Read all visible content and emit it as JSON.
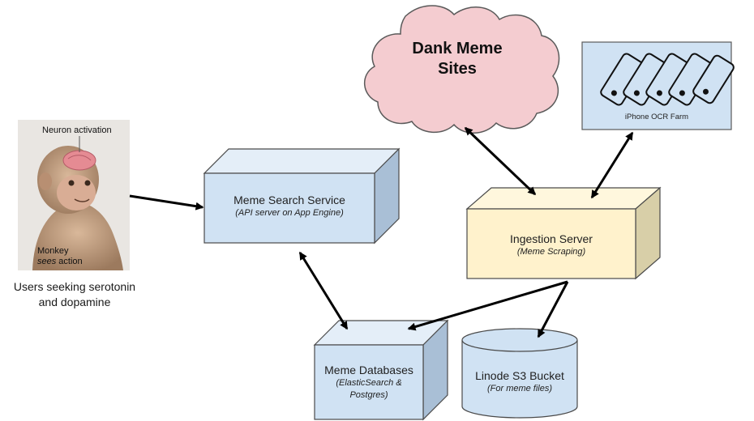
{
  "cloud": {
    "line1": "Dank Meme",
    "line2": "Sites"
  },
  "phone_farm": {
    "label": "iPhone OCR Farm"
  },
  "user_image": {
    "callout": "Neuron activation",
    "caption_line1": "Monkey",
    "caption_line2_em": "sees",
    "caption_line2_rest": " action"
  },
  "users": {
    "line1": "Users seeking serotonin",
    "line2": "and dopamine"
  },
  "search_service": {
    "title": "Meme Search Service",
    "subtitle": "(API server on App Engine)"
  },
  "ingestion": {
    "title": "Ingestion Server",
    "subtitle": "(Meme Scraping)"
  },
  "databases": {
    "title": "Meme Databases",
    "subtitle_line1": "(ElasticSearch &",
    "subtitle_line2": "Postgres)"
  },
  "bucket": {
    "title": "Linode S3 Bucket",
    "subtitle": "(For meme files)"
  },
  "colors": {
    "box_blue": "#d0e2f3",
    "box_yellow": "#fff2cc",
    "cloud_pink": "#f4ccd0",
    "stroke": "#4a4a4a",
    "arrow": "#000000"
  }
}
